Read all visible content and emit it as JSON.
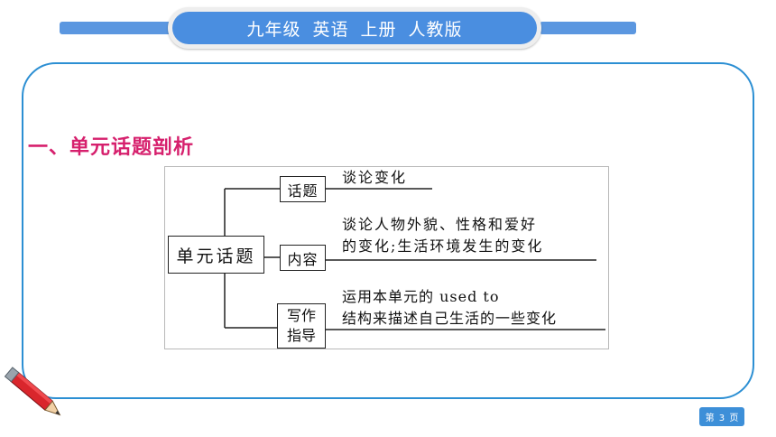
{
  "header": {
    "title": "九年级  英语  上册  人教版"
  },
  "section": {
    "heading": "一、单元话题剖析"
  },
  "diagram": {
    "root": "单元话题",
    "branches": [
      {
        "label": "话题",
        "text_lines": [
          "谈论变化"
        ]
      },
      {
        "label": "内容",
        "text_lines": [
          "谈论人物外貌、性格和爱好",
          "的变化;生活环境发生的变化"
        ]
      },
      {
        "label_lines": [
          "写作",
          "指导"
        ],
        "text_lines": [
          "运用本单元的 used to",
          "结构来描述自己生活的一些变化"
        ]
      }
    ]
  },
  "footer": {
    "page_label": "第 3 页"
  },
  "colors": {
    "accent_blue": "#4a8ee0",
    "frame_blue": "#2c8fd3",
    "heading_pink": "#d6206d"
  },
  "icons": {
    "decoration": "pencil-icon"
  }
}
